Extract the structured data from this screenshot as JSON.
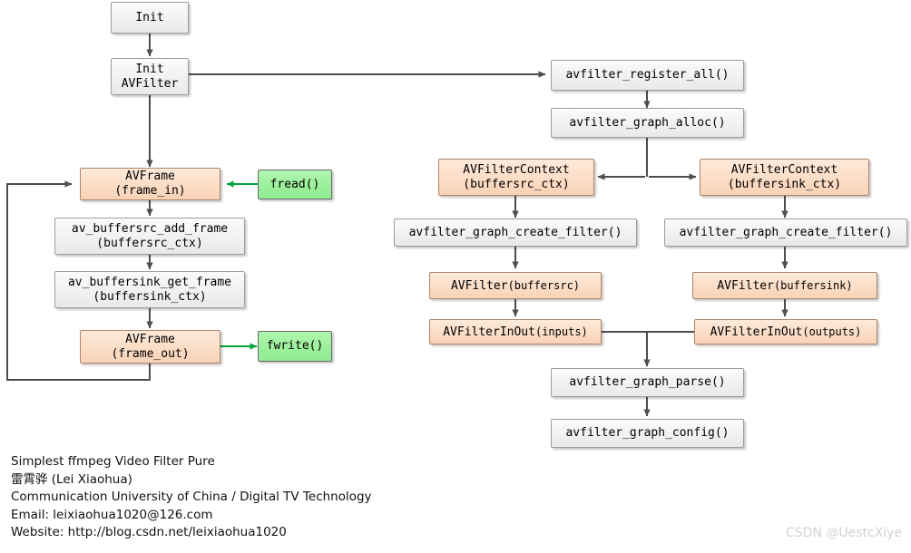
{
  "diagram": {
    "title": "Simplest ffmpeg Video Filter Pure",
    "nodes": {
      "init": {
        "line1": "Init"
      },
      "init_avfilter": {
        "line1": "Init",
        "line2": "AVFilter"
      },
      "avframe_in": {
        "line1": "AVFrame",
        "line2": "(frame_in)"
      },
      "buffersrc_add": {
        "line1": "av_buffersrc_add_frame",
        "line2": "(buffersrc_ctx)"
      },
      "buffersink_get": {
        "line1": "av_buffersink_get_frame",
        "line2": "(buffersink_ctx)"
      },
      "avframe_out": {
        "line1": "AVFrame",
        "line2": "(frame_out)"
      },
      "fread": {
        "line1": "fread()"
      },
      "fwrite": {
        "line1": "fwrite()"
      },
      "register_all": {
        "line1": "avfilter_register_all()"
      },
      "graph_alloc": {
        "line1": "avfilter_graph_alloc()"
      },
      "ctx_src": {
        "line1": "AVFilterContext",
        "line2": "(buffersrc_ctx)"
      },
      "ctx_sink": {
        "line1": "AVFilterContext",
        "line2": "(buffersink_ctx)"
      },
      "create_filter_left": {
        "line1": "avfilter_graph_create_filter()"
      },
      "create_filter_right": {
        "line1": "avfilter_graph_create_filter()"
      },
      "avfilter_buffersrc": {
        "line1": "AVFilter",
        "line2": "(buffersrc)"
      },
      "avfilter_buffersink": {
        "line1": "AVFilter",
        "line2": "(buffersink)"
      },
      "inout_inputs": {
        "line1": "AVFilterInOut",
        "line2": "(inputs)"
      },
      "inout_outputs": {
        "line1": "AVFilterInOut",
        "line2": "(outputs)"
      },
      "graph_parse": {
        "line1": "avfilter_graph_parse()"
      },
      "graph_config": {
        "line1": "avfilter_graph_config()"
      }
    },
    "colors": {
      "grey_fill": "#f2f2f2",
      "orange_fill": "#fbdcc4",
      "orange_border": "#b08468",
      "green_fill": "#9bf09b",
      "green_border": "#6a6a6a",
      "edge_grey": "#4d4d4d",
      "edge_green": "#00a33c",
      "watermark": "#d2d2d2"
    },
    "footer": {
      "line1": "Simplest ffmpeg Video Filter Pure",
      "line2": "雷霄骅 (Lei Xiaohua)",
      "line3": "Communication University of China / Digital TV Technology",
      "line4": "Email: leixiaohua1020@126.com",
      "line5": "Website: http://blog.csdn.net/leixiaohua1020"
    },
    "watermark": "CSDN @UestcXiye"
  }
}
